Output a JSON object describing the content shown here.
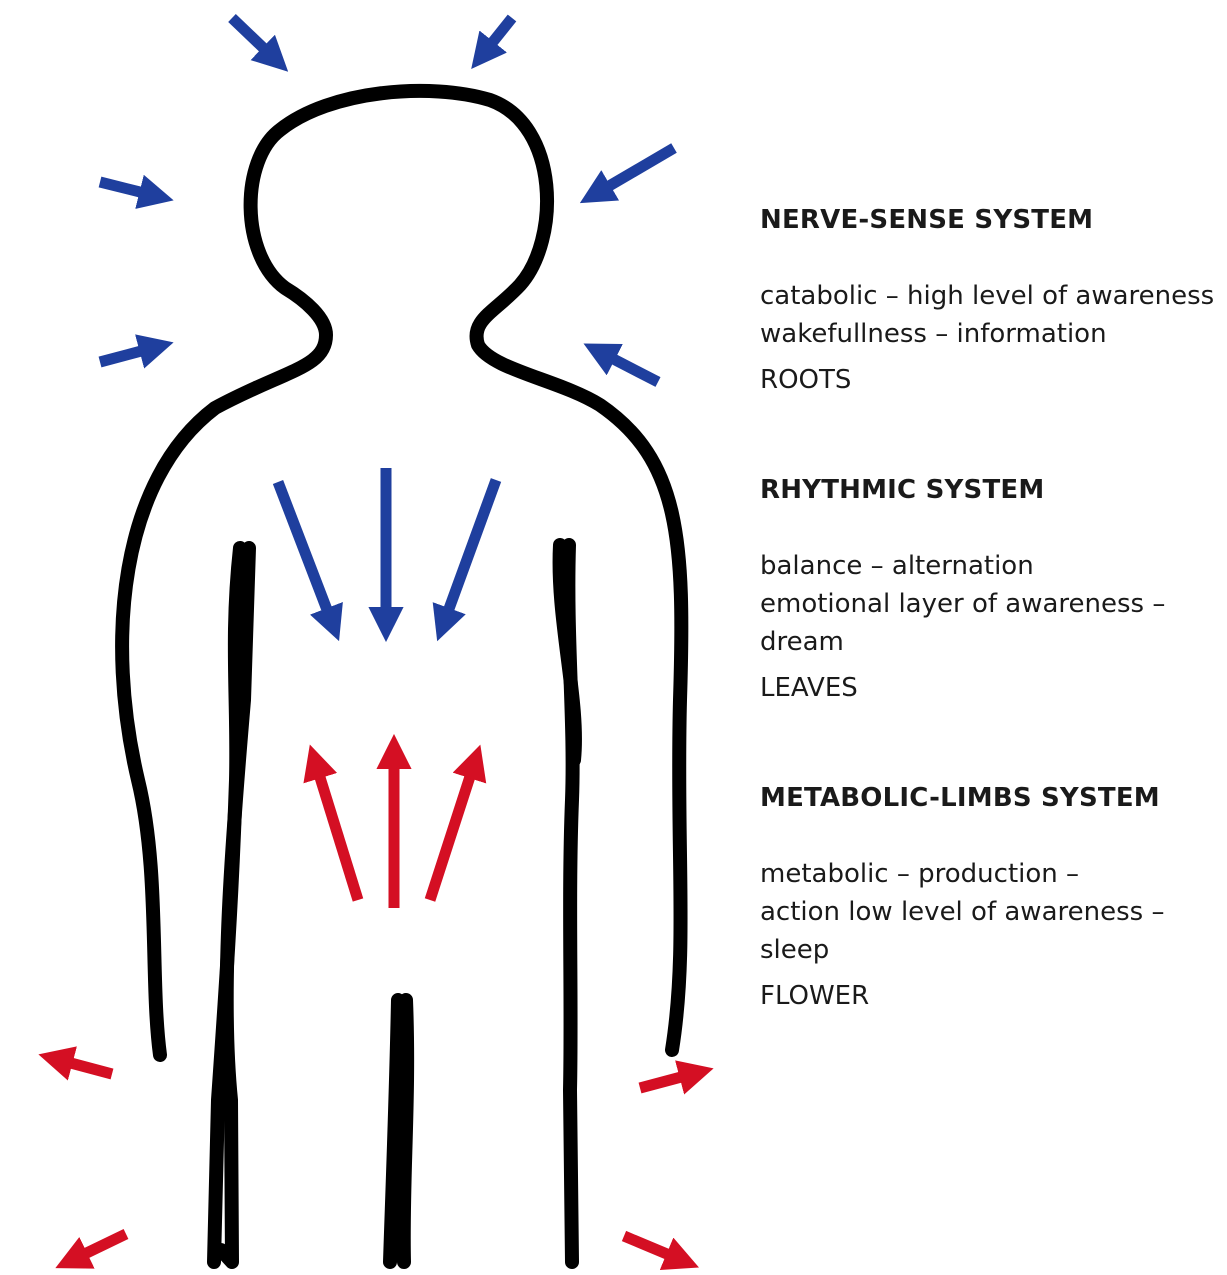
{
  "colors": {
    "inward": "#1f3f9e",
    "outward": "#d40f23",
    "outline": "#000000",
    "text": "#1a1a1a"
  },
  "sections": [
    {
      "title": "NERVE-SENSE SYSTEM",
      "lines": [
        "catabolic – high level of awareness",
        "wakefullness – information"
      ],
      "tag": "ROOTS"
    },
    {
      "title": "RHYTHMIC SYSTEM",
      "lines": [
        "balance – alternation",
        "emotional layer of awareness –",
        "dream"
      ],
      "tag": "LEAVES"
    },
    {
      "title": "METABOLIC-LIMBS SYSTEM",
      "lines": [
        "metabolic – production –",
        "action low level of awareness –",
        "sleep"
      ],
      "tag": "FLOWER"
    }
  ]
}
